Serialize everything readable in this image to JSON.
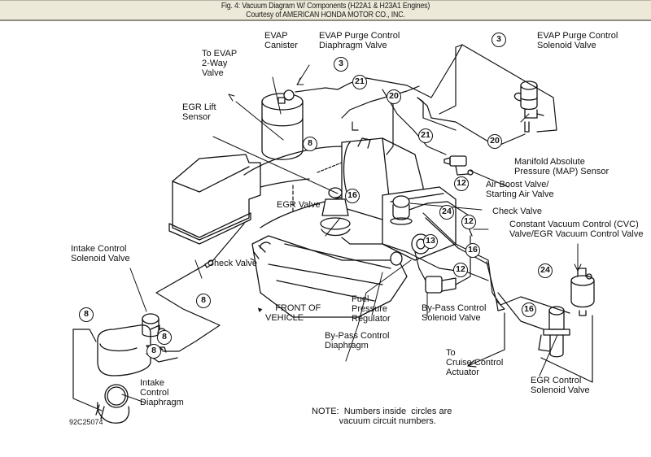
{
  "caption": {
    "title": "Fig. 4: Vacuum Diagram W/ Components (H22A1 & H23A1 Engines)",
    "credit": "Courtesy of AMERICAN HONDA MOTOR CO., INC."
  },
  "labels": {
    "evap_canister": "EVAP\nCanister",
    "evap_purge_diaphragm": "EVAP Purge Control\nDiaphragm Valve",
    "to_evap_2way": "To EVAP\n2-Way\nValve",
    "egr_lift_sensor": "EGR Lift\nSensor",
    "evap_purge_solenoid": "EVAP Purge Control\nSolenoid Valve",
    "map_sensor": "Manifold Absolute\nPressure (MAP) Sensor",
    "air_boost_valve": "Air Boost Valve/\nStarting Air Valve",
    "check_valve_right": "Check Valve",
    "cvc_valve": "Constant Vacuum Control (CVC)\nValve/EGR Vacuum Control Valve",
    "egr_valve": "EGR Valve",
    "intake_control_solenoid": "Intake Control\nSolenoid Valve",
    "check_valve_left": "Check Valve",
    "front_of_vehicle": "FRONT OF\nVEHICLE",
    "fuel_pressure_regulator": "Fuel\nPressure\nRegulator",
    "bypass_control_solenoid": "By-Pass Control\nSolenoid Valve",
    "bypass_control_diaphragm": "By-Pass Control\nDiaphragm",
    "to_cruise_control": "To\nCruise Control\nActuator",
    "egr_control_solenoid": "EGR Control\nSolenoid Valve",
    "intake_control_diaphragm": "Intake\nControl\nDiaphragm",
    "note": "NOTE:  Numbers inside  circles are\n           vacuum circuit numbers.",
    "figure_id": "92C25074"
  },
  "circuits": [
    {
      "id": "c3-top",
      "number": "3"
    },
    {
      "id": "c3-right",
      "number": "3"
    },
    {
      "id": "c21-top",
      "number": "21"
    },
    {
      "id": "c20-left",
      "number": "20"
    },
    {
      "id": "c21-mid",
      "number": "21"
    },
    {
      "id": "c20-right",
      "number": "20"
    },
    {
      "id": "c8-top",
      "number": "8"
    },
    {
      "id": "c16-egr",
      "number": "16"
    },
    {
      "id": "c12-a",
      "number": "12"
    },
    {
      "id": "c24-a",
      "number": "24"
    },
    {
      "id": "c12-b",
      "number": "12"
    },
    {
      "id": "c13",
      "number": "13"
    },
    {
      "id": "c16-b",
      "number": "16"
    },
    {
      "id": "c12-c",
      "number": "12"
    },
    {
      "id": "c24-b",
      "number": "24"
    },
    {
      "id": "c16-c",
      "number": "16"
    },
    {
      "id": "c8-left",
      "number": "8"
    },
    {
      "id": "c8-mid",
      "number": "8"
    },
    {
      "id": "c8-low1",
      "number": "8"
    },
    {
      "id": "c8-low2",
      "number": "8"
    }
  ],
  "icons": {
    "front_arrow": "▲"
  }
}
